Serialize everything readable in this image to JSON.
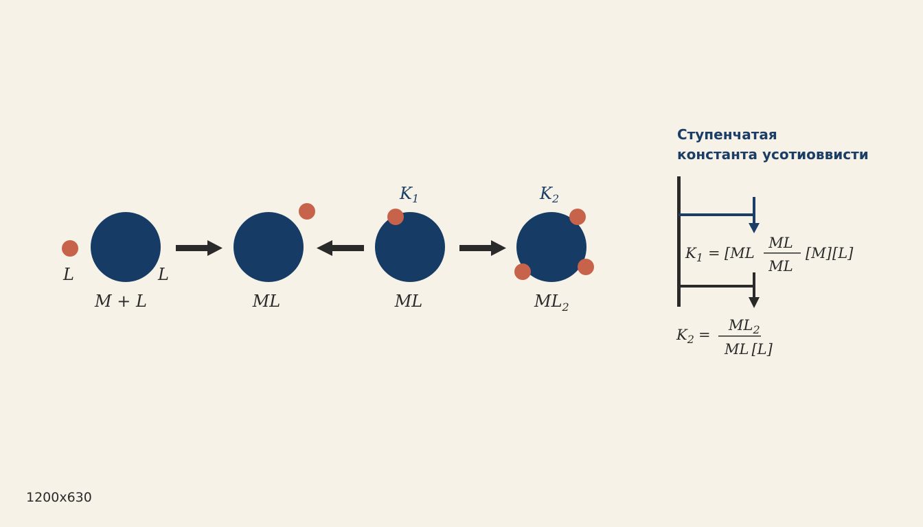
{
  "colors": {
    "metal": "#163c66",
    "ligand": "#c7634a",
    "arrow": "#2a2a2a",
    "accent": "#1b3d66",
    "background": "#f6f2e7"
  },
  "stages": {
    "s1": {
      "ligand_left": "L",
      "ligand_right": "L",
      "label": "M + L"
    },
    "s2": {
      "label": "ML"
    },
    "s3": {
      "label": "ML",
      "k_main": "K",
      "k_sub": "1"
    },
    "s4": {
      "label_main": "ML",
      "label_sub": "2",
      "k_main": "K",
      "k_sub": "2"
    }
  },
  "panel": {
    "title_line1": "Ступенчатая",
    "title_line2": "константа усотиоввисти",
    "eq1": {
      "k_main": "K",
      "k_sub": "1",
      "eq_sign": "=",
      "lhs_bracket": "[ML",
      "numerator": "ML",
      "denominator": "ML",
      "bracket_m": "[M]",
      "bracket_l": "[L]"
    },
    "eq2": {
      "k_main": "K",
      "k_sub": "2",
      "eq_sign": "=",
      "num_main": "ML",
      "num_sub": "2",
      "den_main": "ML",
      "den_bracket": "[L]"
    }
  },
  "footer": {
    "dimensions": "1200x630"
  }
}
